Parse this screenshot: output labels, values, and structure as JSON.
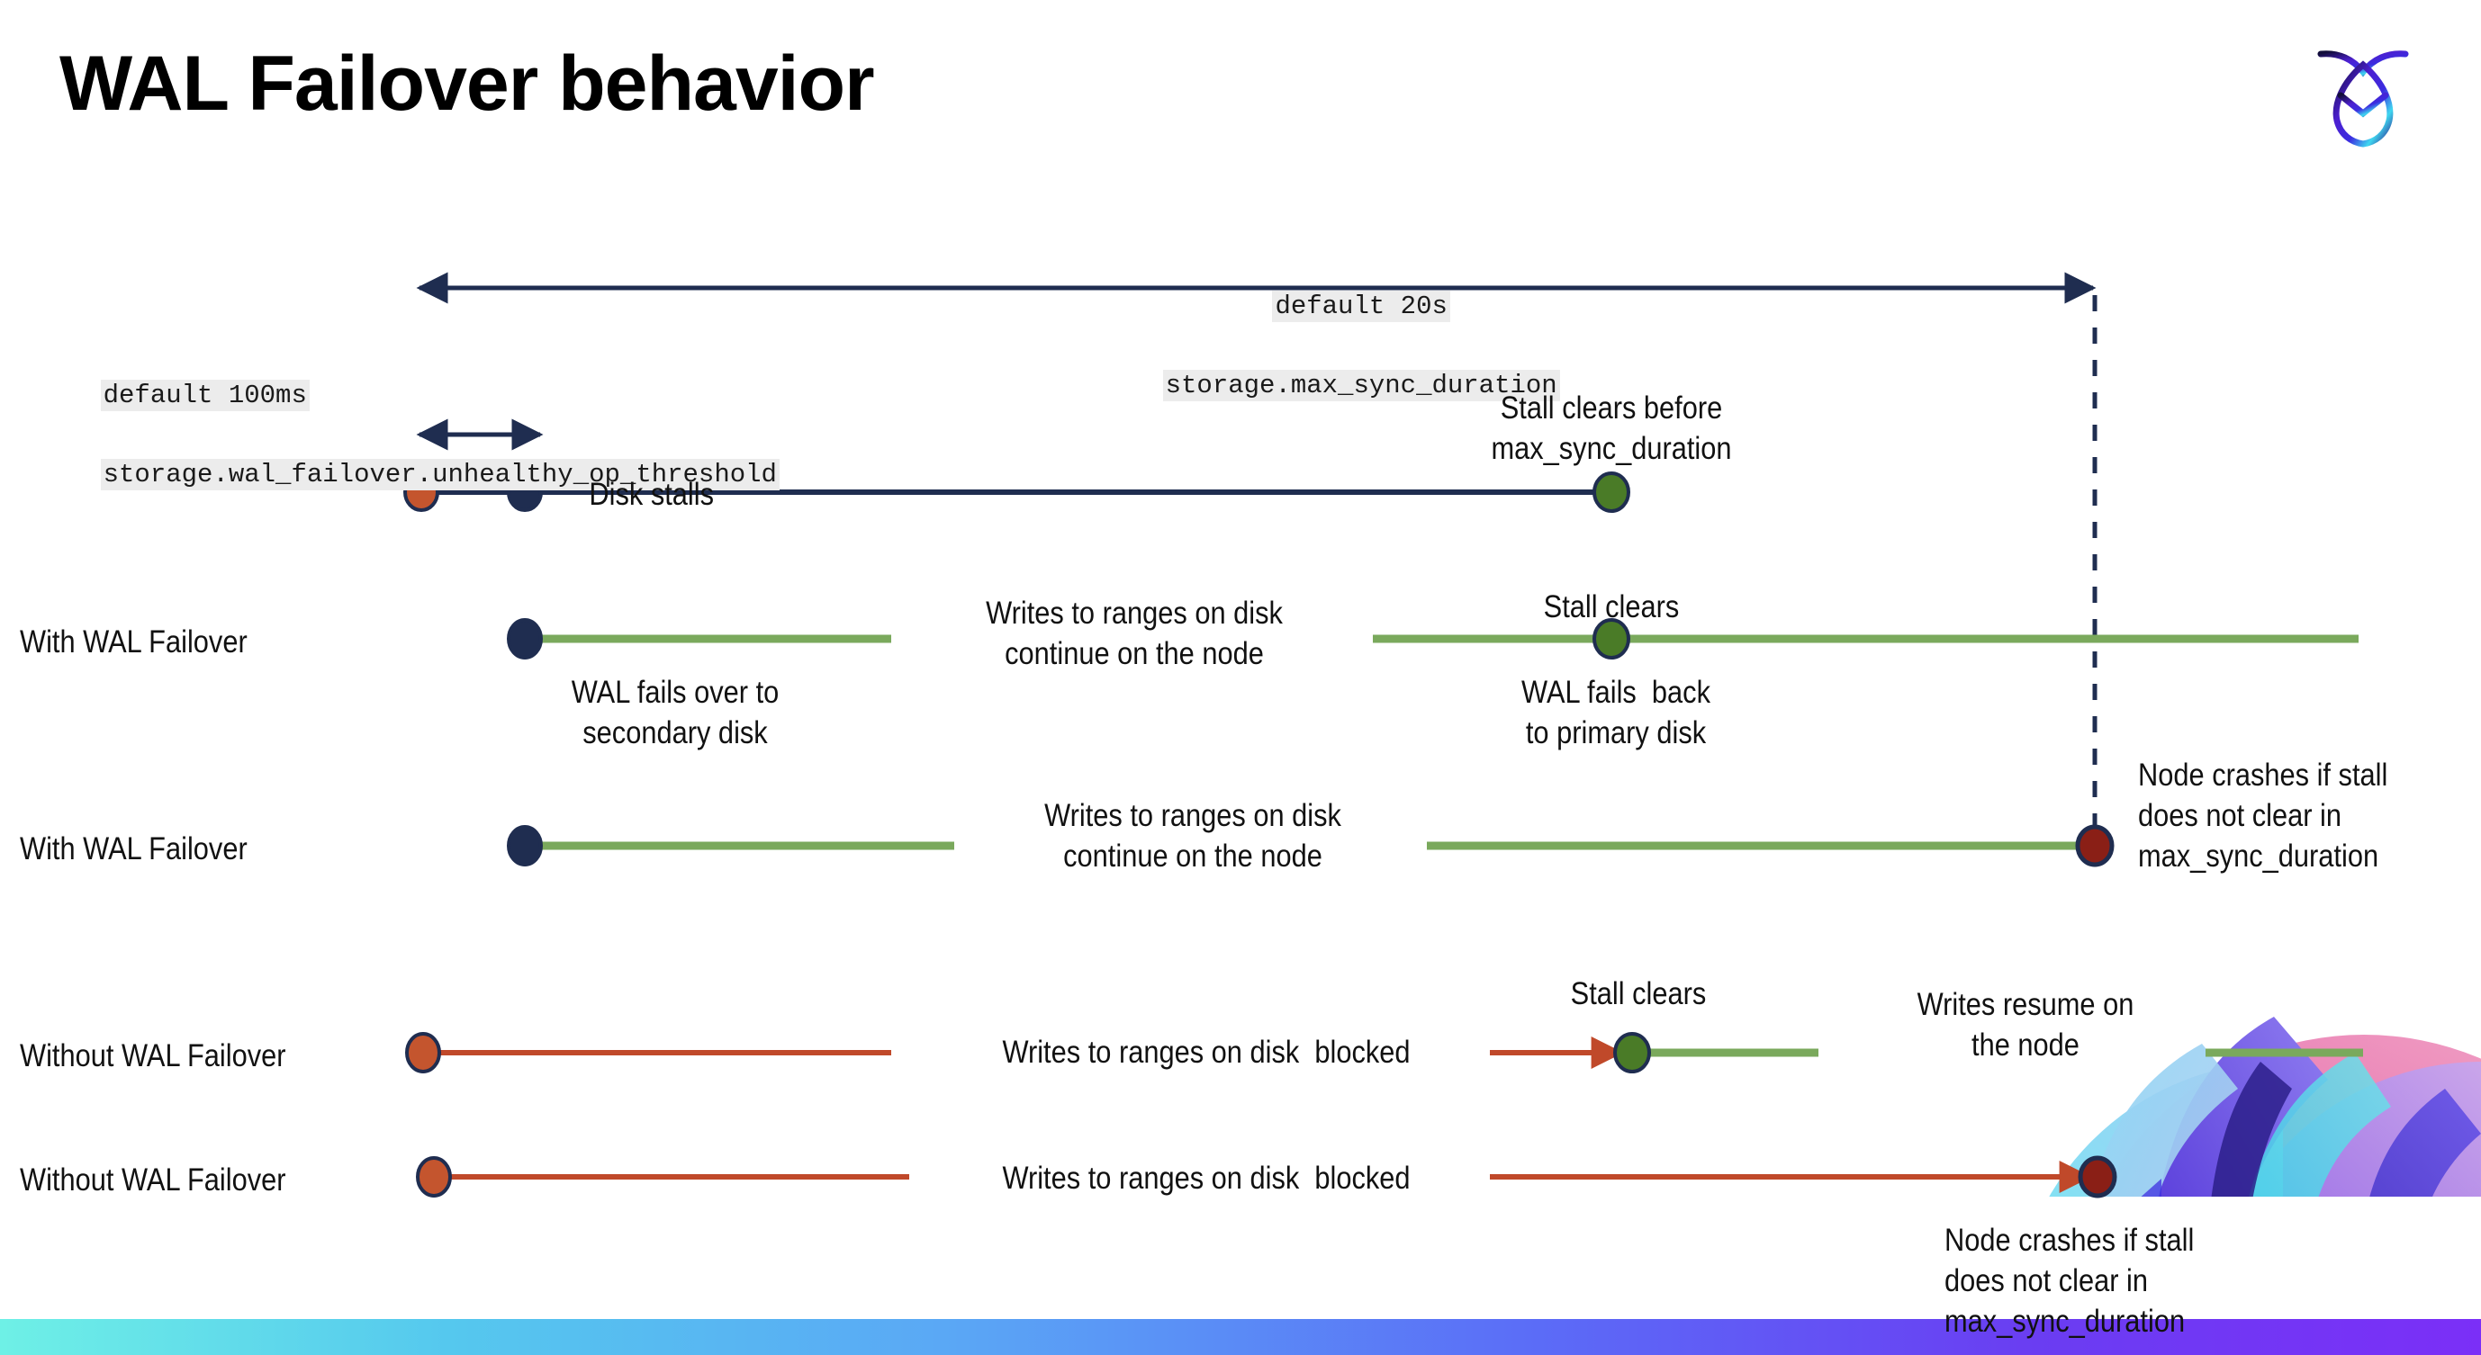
{
  "slide": {
    "title": "WAL Failover behavior",
    "logo_name": "cockroachdb-logo"
  },
  "colors": {
    "navy": "#1f2d50",
    "green_line": "#7aa95c",
    "green_dot": "#4a7b27",
    "orange_line": "#c0492a",
    "orange_dot": "#c4552e",
    "dark_red_dot": "#8a1f16",
    "code_bg": "#ececec",
    "text": "#111111"
  },
  "callouts": {
    "max_sync": {
      "line1": "default 20s",
      "line2": "storage.max_sync_duration"
    },
    "unhealthy_threshold": {
      "line1": "default 100ms",
      "line2": "storage.wal_failover.unhealthy_op_threshold"
    }
  },
  "rows": [
    {
      "id": "disk-stalls",
      "label": "Disk stalls",
      "annotations": [
        {
          "id": "stall-clears-before",
          "text": "Stall clears before\nmax_sync_duration"
        }
      ]
    },
    {
      "id": "with-wal-failover-1",
      "label": "With WAL Failover",
      "annotations": [
        {
          "id": "writes-continue-1",
          "text": "Writes to ranges on disk\ncontinue on the node"
        },
        {
          "id": "stall-clears-1",
          "text": "Stall clears"
        },
        {
          "id": "wal-fails-over",
          "text": "WAL fails over to\nsecondary disk"
        },
        {
          "id": "wal-fails-back",
          "text": "WAL fails  back\nto primary disk"
        }
      ]
    },
    {
      "id": "with-wal-failover-2",
      "label": "With WAL Failover",
      "annotations": [
        {
          "id": "writes-continue-2",
          "text": "Writes to ranges on disk\ncontinue on the node"
        },
        {
          "id": "node-crashes-1",
          "text": "Node crashes if stall\ndoes not clear in\nmax_sync_duration"
        }
      ]
    },
    {
      "id": "without-wal-failover-1",
      "label": "Without WAL Failover",
      "annotations": [
        {
          "id": "writes-blocked-1",
          "text": "Writes to ranges on disk  blocked"
        },
        {
          "id": "stall-clears-2",
          "text": "Stall clears"
        },
        {
          "id": "writes-resume",
          "text": "Writes resume on\nthe node"
        }
      ]
    },
    {
      "id": "without-wal-failover-2",
      "label": "Without WAL Failover",
      "annotations": [
        {
          "id": "writes-blocked-2",
          "text": "Writes to ranges on disk  blocked"
        },
        {
          "id": "node-crashes-2",
          "text": "Node crashes if stall\ndoes not clear in\nmax_sync_duration"
        }
      ]
    }
  ],
  "text": {
    "title": "WAL Failover behavior",
    "disk_stalls": "Disk stalls",
    "with_wal_failover_1": "With WAL Failover",
    "with_wal_failover_2": "With WAL Failover",
    "without_wal_failover_1": "Without WAL Failover",
    "without_wal_failover_2": "Without WAL Failover",
    "stall_clears_before": "Stall clears before\nmax_sync_duration",
    "writes_continue_1": "Writes to ranges on disk\ncontinue on the node",
    "writes_continue_2": "Writes to ranges on disk\ncontinue on the node",
    "stall_clears_1": "Stall clears",
    "stall_clears_2": "Stall clears",
    "wal_fails_over": "WAL fails over to\nsecondary disk",
    "wal_fails_back": "WAL fails  back\nto primary disk",
    "node_crashes_1": "Node crashes if stall\ndoes not clear in\nmax_sync_duration",
    "node_crashes_2": "Node crashes if stall\ndoes not clear in\nmax_sync_duration",
    "writes_blocked_1": "Writes to ranges on disk  blocked",
    "writes_blocked_2": "Writes to ranges on disk  blocked",
    "writes_resume": "Writes resume on\nthe node",
    "code_max_sync_1": "default 20s",
    "code_max_sync_2": "storage.max_sync_duration",
    "code_thresh_1": "default 100ms",
    "code_thresh_2": "storage.wal_failover.unhealthy_op_threshold"
  }
}
